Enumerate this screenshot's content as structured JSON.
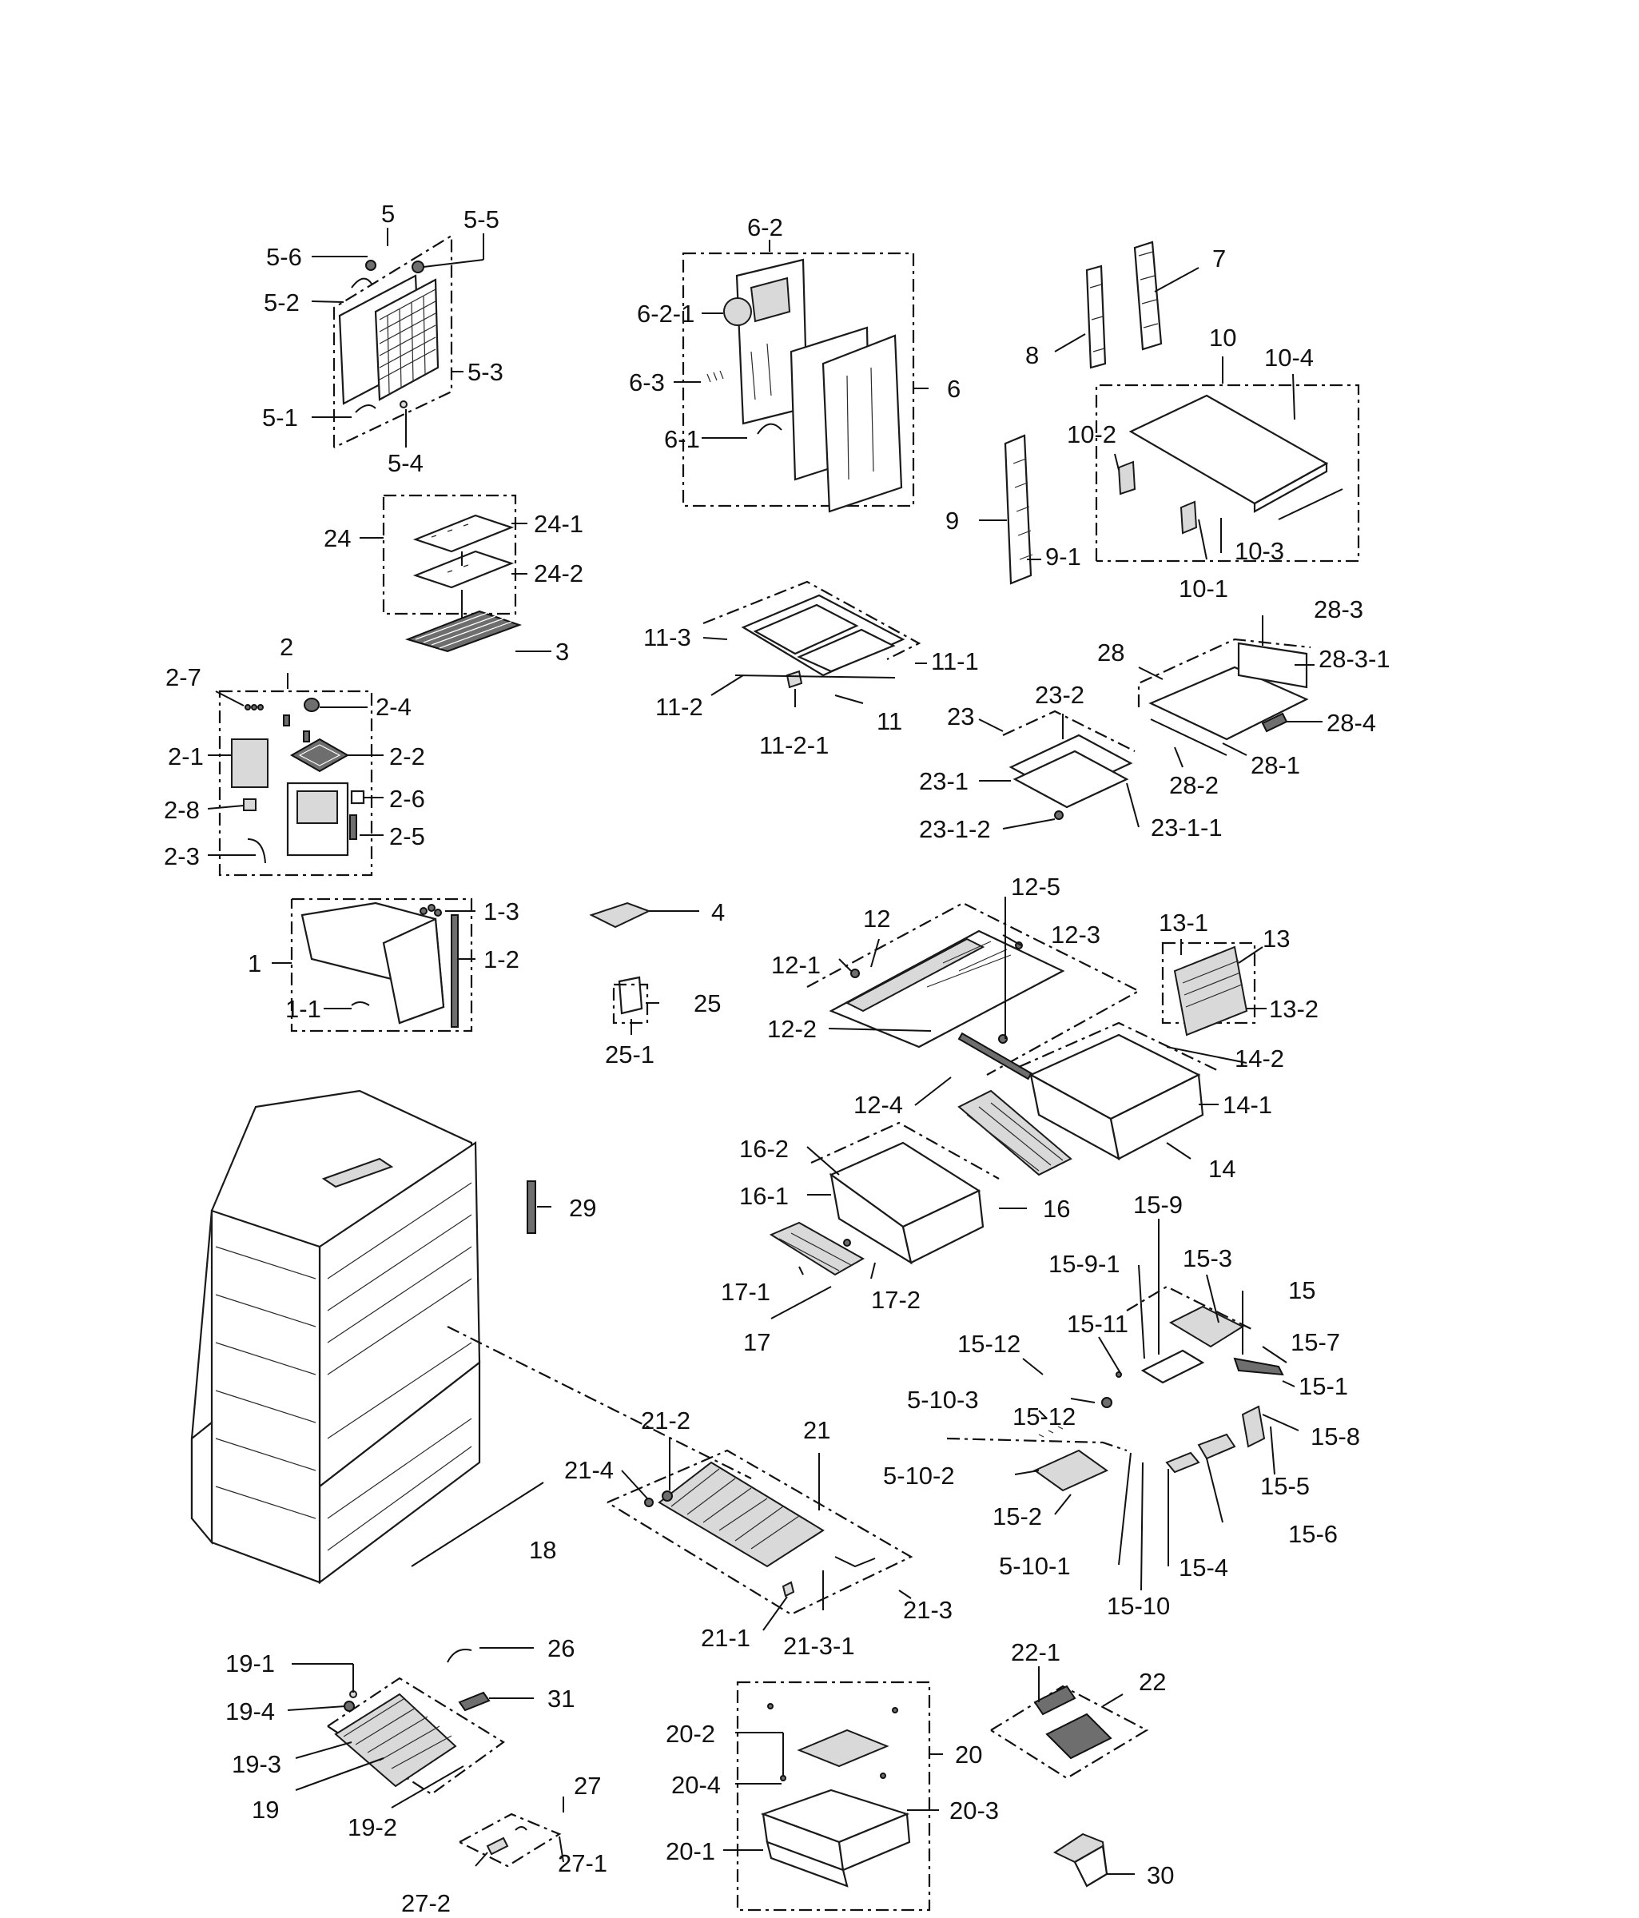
{
  "labels": {
    "l5": "5",
    "l5_5": "5-5",
    "l5_6": "5-6",
    "l5_2": "5-2",
    "l5_3": "5-3",
    "l5_1": "5-1",
    "l5_4": "5-4",
    "l6_2": "6-2",
    "l6_2_1": "6-2-1",
    "l6_3": "6-3",
    "l6": "6",
    "l6_1": "6-1",
    "l7": "7",
    "l8": "8",
    "l10": "10",
    "l10_4": "10-4",
    "l10_2": "10-2",
    "l9": "9",
    "l9_1": "9-1",
    "l10_3": "10-3",
    "l10_1": "10-1",
    "l24": "24",
    "l24_1": "24-1",
    "l24_2": "24-2",
    "l3": "3",
    "l11_3": "11-3",
    "l11_1": "11-1",
    "l11_2": "11-2",
    "l11": "11",
    "l11_2_1": "11-2-1",
    "l28_3": "28-3",
    "l28": "28",
    "l28_3_1": "28-3-1",
    "l23_2": "23-2",
    "l23": "23",
    "l28_4": "28-4",
    "l28_1": "28-1",
    "l28_2": "28-2",
    "l23_1": "23-1",
    "l23_1_2": "23-1-2",
    "l23_1_1": "23-1-1",
    "l2": "2",
    "l2_7": "2-7",
    "l2_4": "2-4",
    "l2_1": "2-1",
    "l2_2": "2-2",
    "l2_6": "2-6",
    "l2_8": "2-8",
    "l2_5": "2-5",
    "l2_3": "2-3",
    "l1_3": "1-3",
    "l1": "1",
    "l1_2": "1-2",
    "l1_1": "1-1",
    "l4": "4",
    "l25": "25",
    "l25_1": "25-1",
    "l12_5": "12-5",
    "l12": "12",
    "l12_3": "12-3",
    "l12_1": "12-1",
    "l12_2": "12-2",
    "l12_4": "12-4",
    "l13_1": "13-1",
    "l13": "13",
    "l13_2": "13-2",
    "l14_2": "14-2",
    "l14_1": "14-1",
    "l14": "14",
    "l16_2": "16-2",
    "l16_1": "16-1",
    "l16": "16",
    "l29": "29",
    "l17_1": "17-1",
    "l17_2": "17-2",
    "l17": "17",
    "l15_9": "15-9",
    "l15_9_1": "15-9-1",
    "l15_3": "15-3",
    "l15": "15",
    "l15_11": "15-11",
    "l15_7": "15-7",
    "l15_12a": "15-12",
    "l15_1": "15-1",
    "l5_10_3": "5-10-3",
    "l15_12b": "15-12",
    "l15_8": "15-8",
    "l5_10_2": "5-10-2",
    "l15_5": "15-5",
    "l15_2": "15-2",
    "l15_6": "15-6",
    "l5_10_1": "5-10-1",
    "l15_4": "15-4",
    "l15_10": "15-10",
    "l21_2": "21-2",
    "l21": "21",
    "l21_4": "21-4",
    "l18": "18",
    "l21_3": "21-3",
    "l21_1": "21-1",
    "l21_3_1": "21-3-1",
    "l19_1": "19-1",
    "l26": "26",
    "l31": "31",
    "l19_4": "19-4",
    "l19_3": "19-3",
    "l19": "19",
    "l19_2": "19-2",
    "l27": "27",
    "l27_1": "27-1",
    "l27_2": "27-2",
    "l22_1": "22-1",
    "l22": "22",
    "l20_2": "20-2",
    "l20": "20",
    "l20_4": "20-4",
    "l20_3": "20-3",
    "l20_1": "20-1",
    "l30": "30"
  },
  "colors": {
    "ink": "#111111",
    "paper": "#ffffff",
    "shade": "#d9d9d9",
    "dark": "#6e6e6e"
  }
}
